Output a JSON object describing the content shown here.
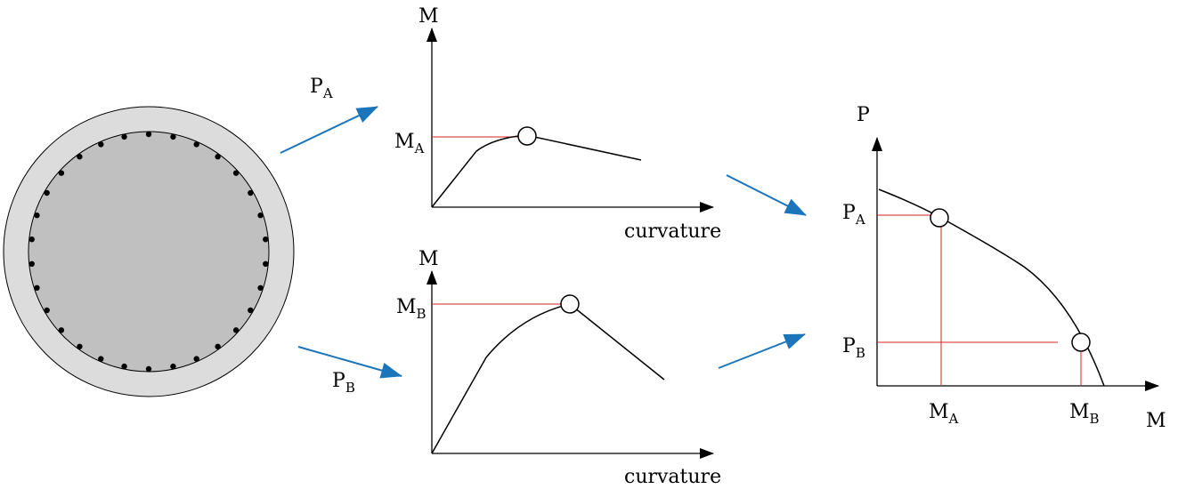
{
  "labels": {
    "p": "P",
    "m": "M",
    "sub_a": "A",
    "sub_b": "B",
    "curvature": "curvature"
  },
  "colors": {
    "arrow": "#1b75bb",
    "guide": "#d62020",
    "ring": "#dcdcdc",
    "core": "#c0c0c0",
    "ink": "#000000"
  },
  "section": {
    "bar_count": 30
  },
  "icons": {
    "axis_arrow": "arrowhead-triangle-icon",
    "flow_arrow": "blue-arrow-icon"
  }
}
